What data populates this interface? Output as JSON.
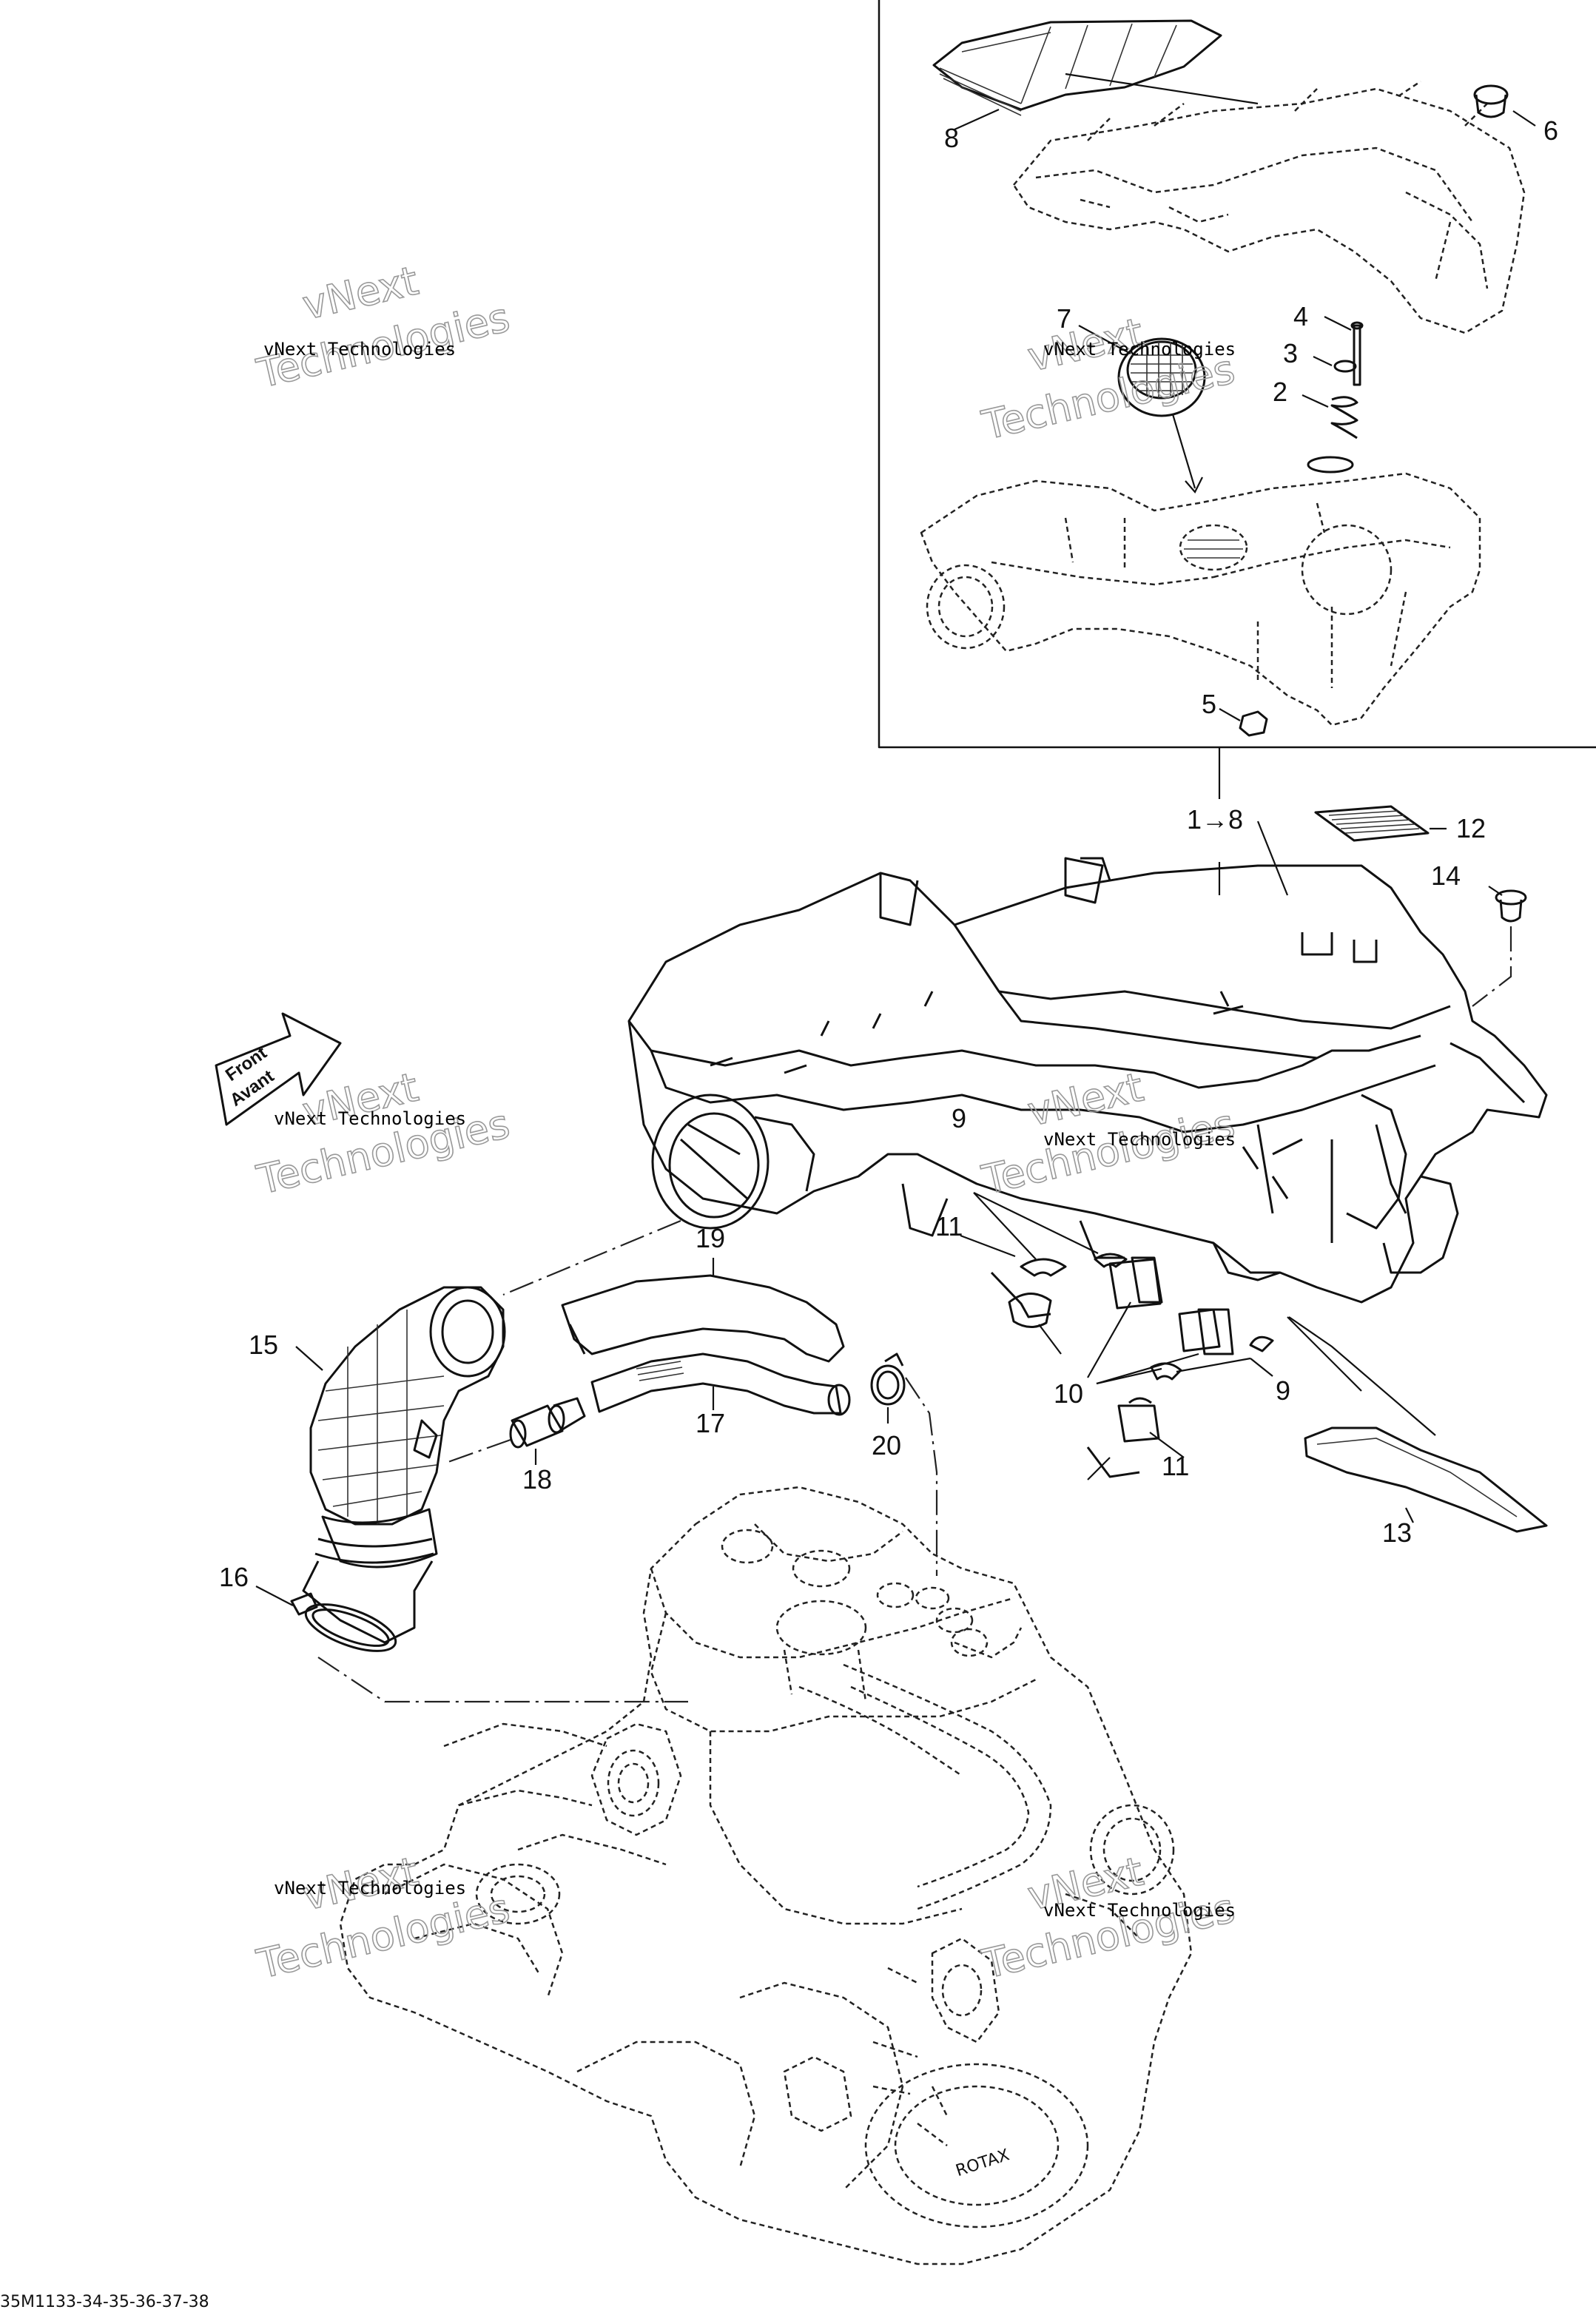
{
  "diagram": {
    "callouts": [
      {
        "id": "c1",
        "text": "1"
      },
      {
        "id": "c2",
        "text": "2"
      },
      {
        "id": "c3",
        "text": "3"
      },
      {
        "id": "c4",
        "text": "4"
      },
      {
        "id": "c5",
        "text": "5"
      },
      {
        "id": "c6",
        "text": "6"
      },
      {
        "id": "c7",
        "text": "7"
      },
      {
        "id": "c8",
        "text": "8"
      },
      {
        "id": "c1to8",
        "text": "1→8"
      },
      {
        "id": "c9a",
        "text": "9"
      },
      {
        "id": "c9b",
        "text": "9"
      },
      {
        "id": "c10",
        "text": "10"
      },
      {
        "id": "c11a",
        "text": "11"
      },
      {
        "id": "c11b",
        "text": "11"
      },
      {
        "id": "c12",
        "text": "12"
      },
      {
        "id": "c13",
        "text": "13"
      },
      {
        "id": "c14",
        "text": "14"
      },
      {
        "id": "c15",
        "text": "15"
      },
      {
        "id": "c16",
        "text": "16"
      },
      {
        "id": "c17",
        "text": "17"
      },
      {
        "id": "c18",
        "text": "18"
      },
      {
        "id": "c19",
        "text": "19"
      },
      {
        "id": "c20",
        "text": "20"
      }
    ],
    "front_arrow": {
      "line1": "Front",
      "line2": "Avant"
    },
    "watermark": {
      "line1": "vNext Technologies",
      "big1": "vNext",
      "big2": "Technologies"
    },
    "drawing_code": "35M1133-34-35-36-37-38",
    "engine_brand": "ROTAX"
  }
}
